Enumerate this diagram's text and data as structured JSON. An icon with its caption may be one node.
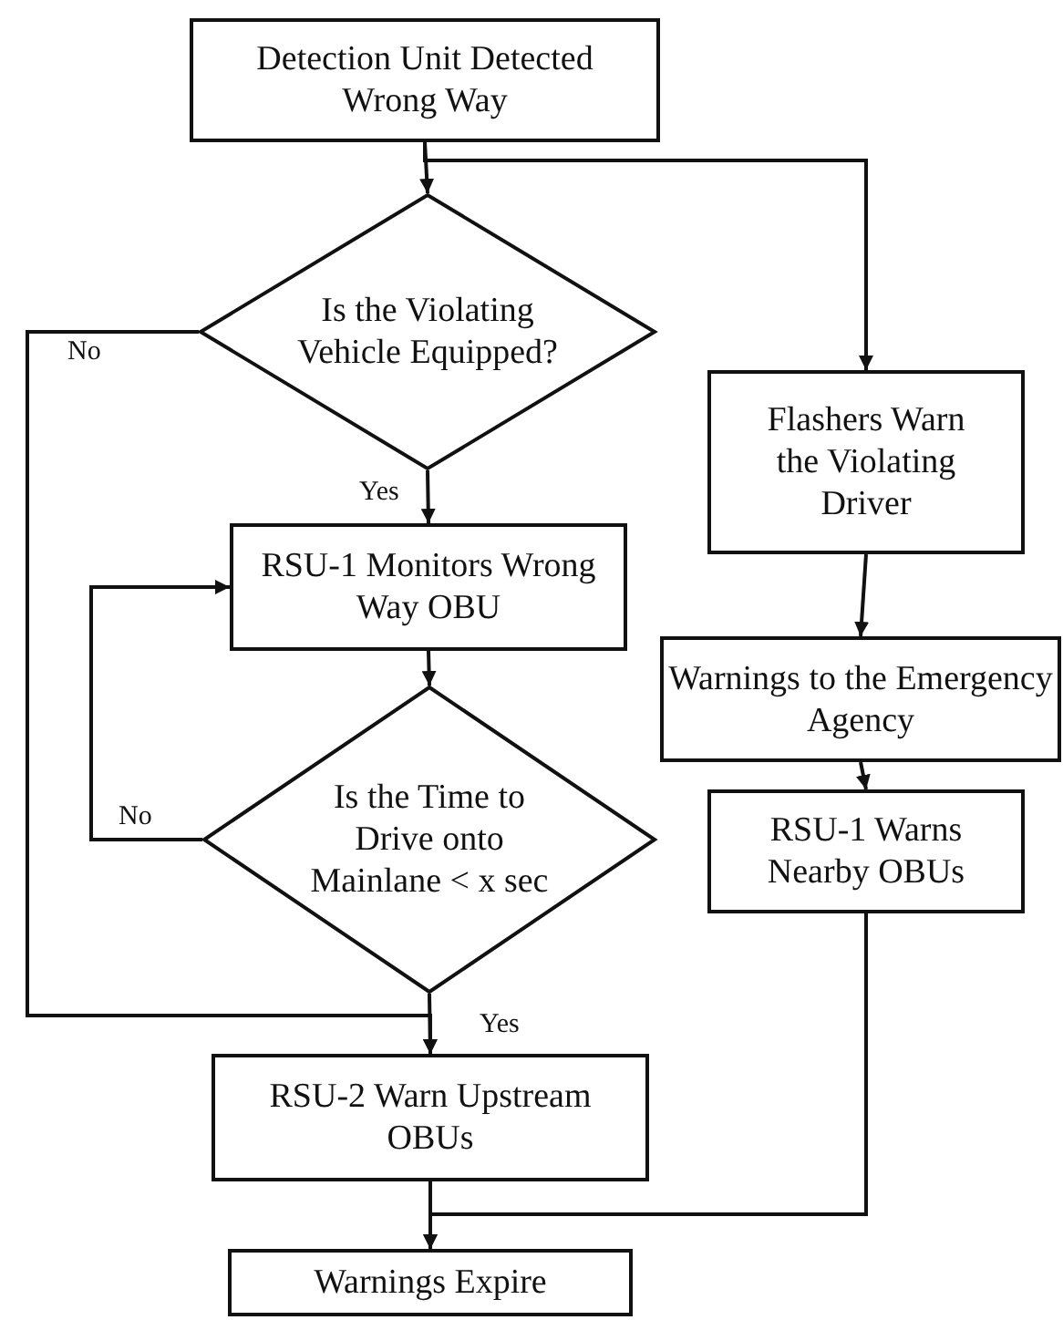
{
  "diagram": {
    "nodes": [
      {
        "text": [
          "Detection Unit Detected Wrong Way"
        ]
      },
      {
        "text": [
          "Is the Violating Vehicle Equipped?"
        ]
      },
      {
        "text": [
          "RSU-1 Monitors Wrong Way OBU"
        ]
      },
      {
        "text": [
          "Is the Time to Drive onto Mainlane < x sec"
        ]
      },
      {
        "text": [
          "RSU-2 Warn Upstream OBUs"
        ]
      },
      {
        "text": [
          "Warnings Expire"
        ]
      },
      {
        "text": [
          "Flashers Warn the Violating Driver"
        ]
      },
      {
        "text": [
          "Warnings to the Emergency Agency"
        ]
      },
      {
        "text": [
          "RSU-1 Warns Nearby OBUs"
        ]
      }
    ],
    "edges": [
      {
        "from": 0,
        "to": 1,
        "arrow": "to"
      },
      {
        "from": 0,
        "to": 6,
        "arrow": "to"
      },
      {
        "from": 1,
        "to": 4,
        "arrow": "to",
        "label": "No"
      },
      {
        "from": 1,
        "to": 2,
        "arrow": "to",
        "label": "Yes"
      },
      {
        "from": 2,
        "to": 3,
        "arrow": "to"
      },
      {
        "from": 3,
        "to": 2,
        "arrow": "to",
        "label": "No"
      },
      {
        "from": 3,
        "to": 4,
        "arrow": "to",
        "label": "Yes"
      },
      {
        "from": 6,
        "to": 7,
        "arrow": "to"
      },
      {
        "from": 7,
        "to": 8,
        "arrow": "to"
      },
      {
        "from": 4,
        "to": 5,
        "arrow": "to"
      },
      {
        "from": 8,
        "to": 5,
        "arrow": "to"
      }
    ]
  }
}
